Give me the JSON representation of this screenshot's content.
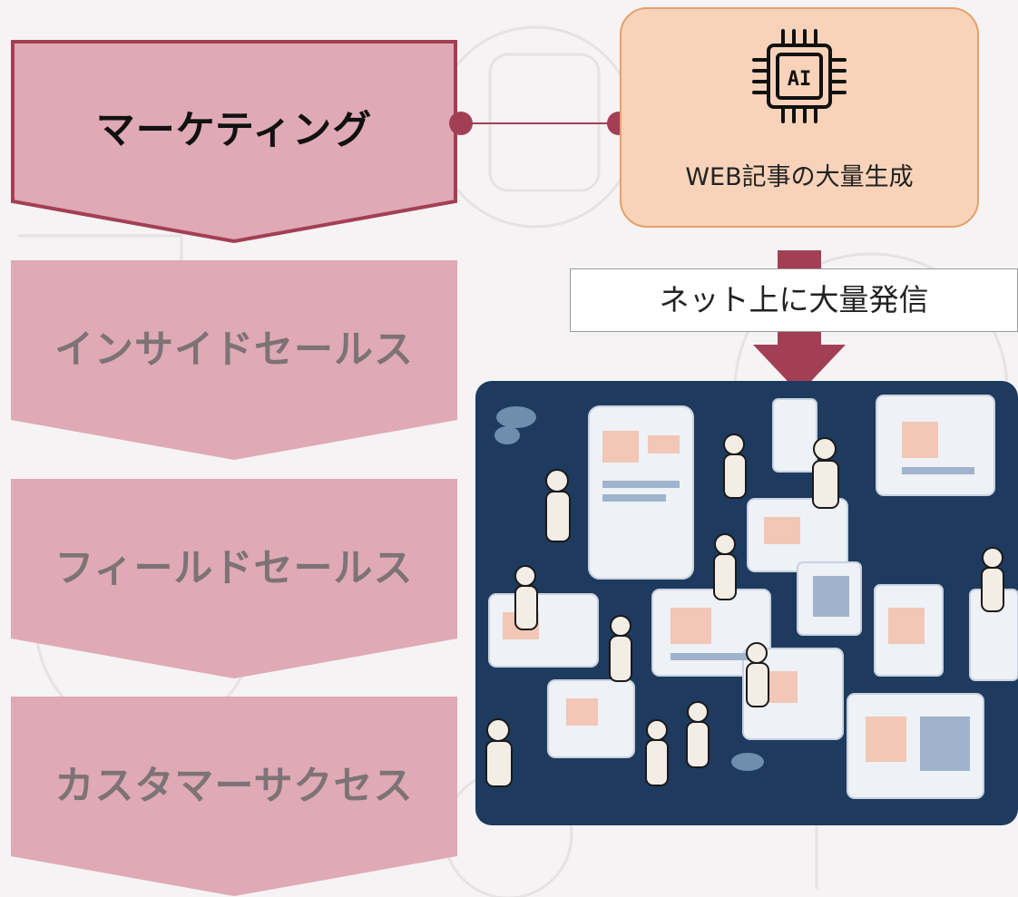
{
  "stages": [
    {
      "label": "マーケティング",
      "active": true
    },
    {
      "label": "インサイドセールス",
      "active": false
    },
    {
      "label": "フィールドセールス",
      "active": false
    },
    {
      "label": "カスタマーサクセス",
      "active": false
    }
  ],
  "ai_box": {
    "icon": "ai-chip-icon",
    "icon_text": "AI",
    "caption": "WEB記事の大量生成"
  },
  "publish_label": "ネット上に大量発信",
  "illustration": {
    "subject": "people-using-devices-illustration"
  },
  "colors": {
    "stage_fill": "#dfa9b5",
    "stage_active_border": "#a33f55",
    "stage_text_active": "#111111",
    "stage_text_inactive": "#7d7376",
    "arrow_fill": "#a33f55",
    "ai_box_fill": "#f8d3b9",
    "ai_box_border": "#e6a06b",
    "illustration_bg": "#1e3a5f"
  }
}
